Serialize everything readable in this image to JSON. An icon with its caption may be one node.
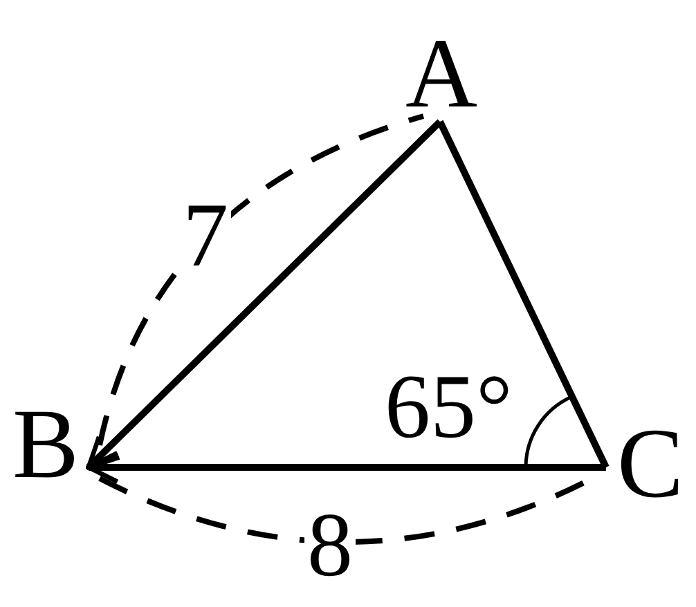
{
  "diagram": {
    "nodes": [
      {
        "text": [
          "A"
        ]
      },
      {
        "text": [
          "B"
        ]
      },
      {
        "text": [
          "C"
        ]
      }
    ],
    "edges": [
      {
        "from": 0,
        "to": 1,
        "arrow": "to"
      },
      {
        "from": 2,
        "to": 1,
        "arrow": "to"
      },
      {
        "from": 0,
        "to": 2,
        "arrow": "none"
      }
    ],
    "labels": [
      "7",
      "65°",
      "8"
    ]
  }
}
